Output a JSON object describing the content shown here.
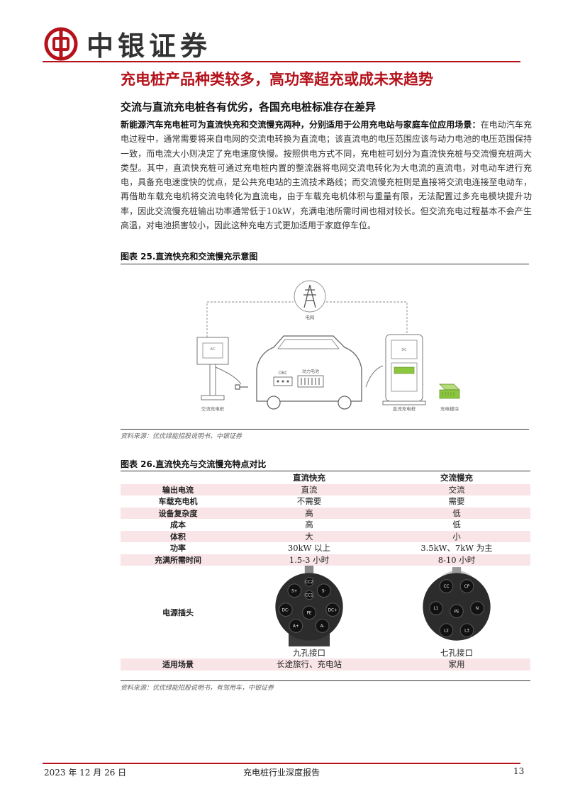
{
  "header": {
    "brand": "中银证券"
  },
  "section_title": "充电桩产品种类较多，高功率超充或成未来趋势",
  "subtitle": "交流与直流充电桩各有优劣，各国充电桩标准存在差异",
  "paragraph": {
    "lead": "新能源汽车充电桩可为直流快充和交流慢充两种，分别适用于公用充电站与家庭车位应用场景：",
    "body": "在电动汽车充电过程中，通常需要将来自电网的交流电转换为直流电；该直流电的电压范围应该与动力电池的电压范围保持一致，而电流大小则决定了充电速度快慢。按照供电方式不同，充电桩可划分为直流快充桩与交流慢充桩两大类型。其中，直流快充桩可通过充电桩内置的整流器将电网交流电转化为大电流的直流电，对电动车进行充电，具备充电速度快的优点，是公共充电站的主流技术路线；而交流慢充桩则是直接将交流电连接至电动车，再借助车载充电机将交流电转化为直流电，由于车载充电机体积与重量有限，无法配置过多充电模块提升功率，因此交流慢充桩输出功率通常低于10kW，充满电池所需时间也相对较长。但交流充电过程基本不会产生高温，对电池损害较小，因此这种充电方式更加适用于家庭停车位。"
  },
  "figure25": {
    "caption": "图表 25.直流快充和交流慢充示意图",
    "labels": {
      "grid": "电网",
      "ac_pile": "交流充电桩",
      "dc_pile": "直流充电桩",
      "module": "充电模块",
      "obc": "OBC",
      "battery": "动力电池",
      "dc_mark": "DC",
      "ac_mark": "AC"
    },
    "source": "资料来源：优优绿能招股说明书，中银证券"
  },
  "figure26": {
    "caption": "图表 26.直流快充与交流慢充特点对比",
    "columns": [
      "",
      "直流快充",
      "交流慢充"
    ],
    "rows": [
      [
        "输出电流",
        "直流",
        "交流"
      ],
      [
        "车载充电机",
        "不需要",
        "需要"
      ],
      [
        "设备复杂度",
        "高",
        "低"
      ],
      [
        "成本",
        "高",
        "低"
      ],
      [
        "体积",
        "大",
        "小"
      ],
      [
        "功率",
        "30kW 以上",
        "3.5kW、7kW 为主"
      ],
      [
        "充满所需时间",
        "1.5-3 小时",
        "8-10 小时"
      ]
    ],
    "plug_row": {
      "label": "电源插头",
      "dc_caption": "九孔接口",
      "ac_caption": "七孔接口",
      "dc_pins": [
        "CC2",
        "CC1",
        "S+",
        "S-",
        "DC-",
        "DC+",
        "A+",
        "A-",
        "PE"
      ],
      "ac_pins": [
        "CC",
        "CP",
        "L1",
        "PE",
        "N",
        "L2",
        "L3"
      ]
    },
    "last_row": [
      "适用场景",
      "长途旅行、充电站",
      "家用"
    ],
    "source": "资料来源：优优绿能招股说明书，有驾用车，中银证券"
  },
  "footer": {
    "date": "2023 年 12 月 26 日",
    "title": "充电桩行业深度报告",
    "page": "13"
  },
  "colors": {
    "brand_red": "#b5121b",
    "row_pink": "#f9e5e8",
    "module_green": "#8cc63f"
  }
}
